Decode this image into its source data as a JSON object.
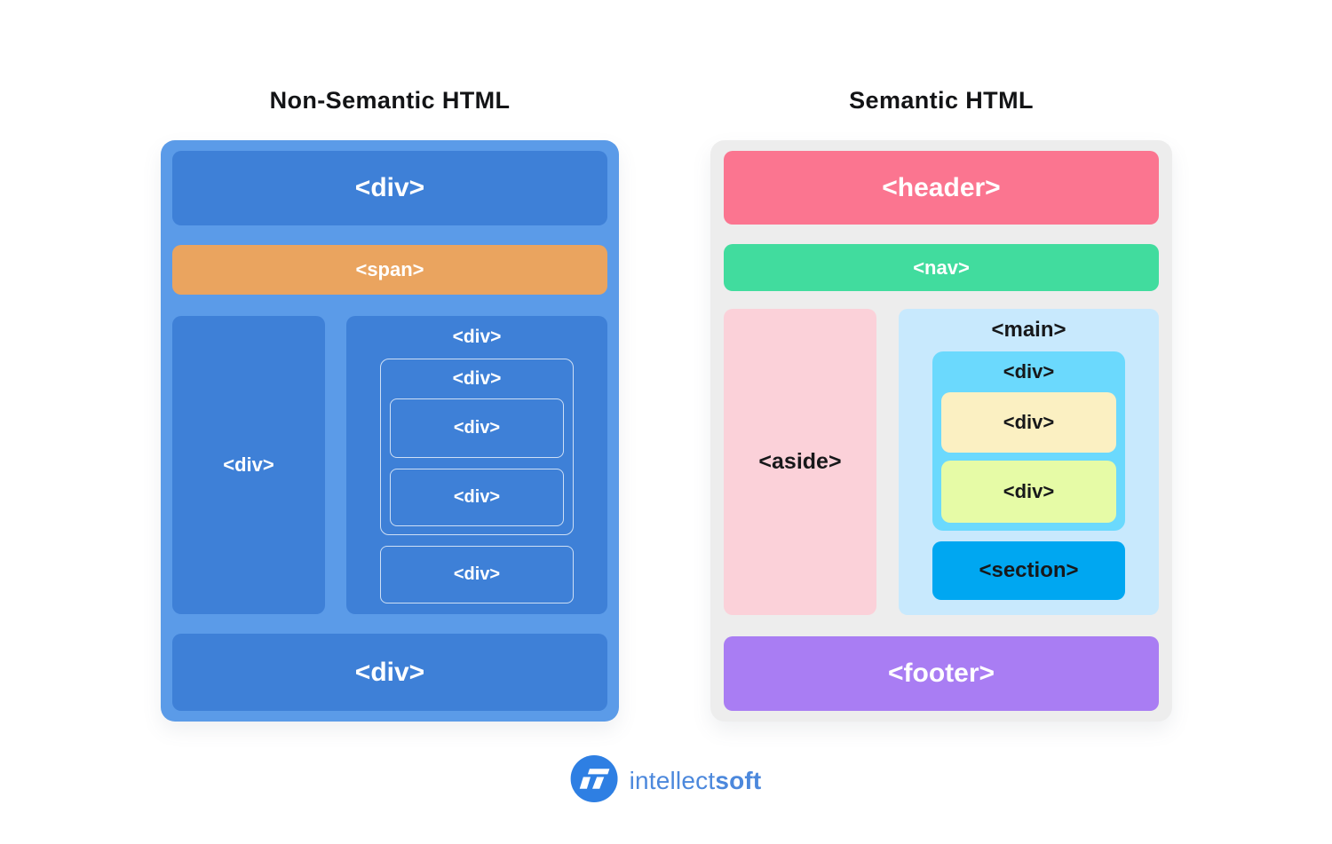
{
  "page": {
    "left_title": "Non-Semantic HTML",
    "right_title": "Semantic HTML"
  },
  "non_semantic": {
    "top_div": "<div>",
    "span": "<span>",
    "sidebar_div": "<div>",
    "content": {
      "label": "<div>",
      "group": {
        "label": "<div>",
        "items": [
          "<div>",
          "<div>"
        ]
      },
      "bottom": "<div>"
    },
    "bottom_div": "<div>"
  },
  "semantic": {
    "header": "<header>",
    "nav": "<nav>",
    "aside": "<aside>",
    "main": {
      "label": "<main>",
      "group": {
        "label": "<div>",
        "items": [
          "<div>",
          "<div>"
        ]
      },
      "section": "<section>"
    },
    "footer": "<footer>"
  },
  "logo": {
    "regular": "intellect",
    "bold": "soft"
  },
  "colors": {
    "ns_container": "#5B9BE8",
    "ns_box": "#3E80D7",
    "span_orange": "#EAA45F",
    "s_container": "#EDEDED",
    "header_pink": "#FB7590",
    "nav_green": "#41DC9E",
    "aside_pink": "#FBD1D9",
    "main_lightblue": "#C8E9FD",
    "div_cyan": "#6BD9FD",
    "div_yellow": "#FBF0C2",
    "div_green": "#E6FBA6",
    "section_blue": "#00A7F1",
    "footer_purple": "#A97DF3",
    "logo_blue": "#2E7FE3",
    "logo_text_blue": "#4C88DC"
  }
}
